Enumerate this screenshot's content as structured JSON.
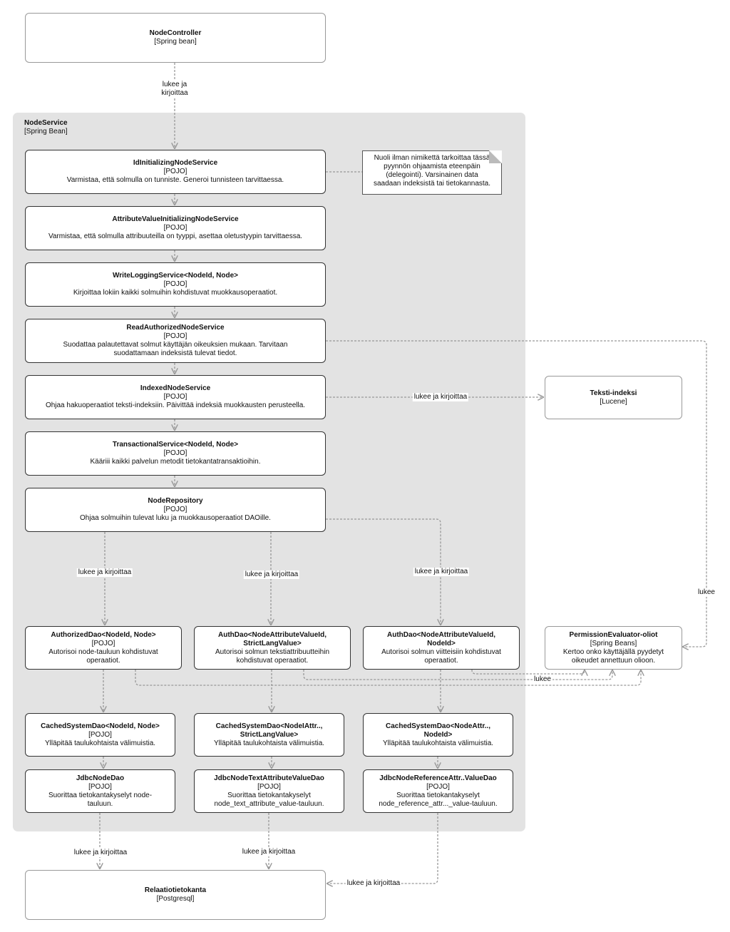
{
  "group": {
    "title": "NodeService",
    "subtitle": "[Spring Bean]"
  },
  "boxes": {
    "node_controller": {
      "title": "NodeController",
      "tech": "[Spring bean]",
      "desc": ""
    },
    "id_init": {
      "title": "IdInitializingNodeService",
      "tech": "[POJO]",
      "desc": "Varmistaa, että solmulla on tunniste. Generoi tunnisteen tarvittaessa."
    },
    "attr_init": {
      "title": "AttributeValueInitializingNodeService",
      "tech": "[POJO]",
      "desc": "Varmistaa, että solmulla attribuuteilla on tyyppi, asettaa oletustyypin tarvittaessa."
    },
    "write_logging": {
      "title": "WriteLoggingService<NodeId, Node>",
      "tech": "[POJO]",
      "desc": "Kirjoittaa lokiin kaikki solmuihin kohdistuvat muokkausoperaatiot."
    },
    "read_auth": {
      "title": "ReadAuthorizedNodeService",
      "tech": "[POJO]",
      "desc": "Suodattaa palautettavat solmut käyttäjän oikeuksien mukaan. Tarvitaan\nsuodattamaan indeksistä tulevat tiedot."
    },
    "indexed": {
      "title": "IndexedNodeService",
      "tech": "[POJO]",
      "desc": "Ohjaa hakuoperaatiot teksti-indeksiin. Päivittää indeksiä muokkausten perusteella."
    },
    "transactional": {
      "title": "TransactionalService<NodeId, Node>",
      "tech": "[POJO]",
      "desc": "Kääriii kaikki palvelun metodit tietokantatransaktioihin."
    },
    "node_repo": {
      "title": "NodeRepository",
      "tech": "[POJO]",
      "desc": "Ohjaa solmuihin tulevat luku ja muokkausoperaatiot DAOille."
    },
    "authorized_dao": {
      "title": "AuthorizedDao<NodeId, Node>",
      "tech": "[POJO]",
      "desc": "Autorisoi node-tauluun kohdistuvat\noperaatiot."
    },
    "auth_dao_text": {
      "title": "AuthDao<NodeAttributeValueId,\nStrictLangValue>",
      "tech": "",
      "desc": "Autorisoi solmun tekstiattribuutteihin\nkohdistuvat operaatiot."
    },
    "auth_dao_ref": {
      "title": "AuthDao<NodeAttributeValueId,\nNodeId>",
      "tech": "",
      "desc": "Autorisoi solmun viitteisiin kohdistuvat\noperaatiot."
    },
    "cached_node": {
      "title": "CachedSystemDao<NodeId, Node>",
      "tech": "[POJO]",
      "desc": "Ylläpitää taulukohtaista välimuistia."
    },
    "cached_text": {
      "title": "CachedSystemDao<NodeIAttr..,\nStrictLangValue>",
      "tech": "",
      "desc": "Ylläpitää taulukohtaista välimuistia."
    },
    "cached_ref": {
      "title": "CachedSystemDao<NodeAttr..,\nNodeId>",
      "tech": "",
      "desc": "Ylläpitää taulukohtaista välimuistia."
    },
    "jdbc_node": {
      "title": "JdbcNodeDao",
      "tech": "[POJO]",
      "desc": "Suorittaa tietokantakyselyt node-\ntauluun."
    },
    "jdbc_text": {
      "title": "JdbcNodeTextAttributeValueDao",
      "tech": "[POJO]",
      "desc": "Suorittaa tietokantakyselyt\nnode_text_attribute_value-tauluun."
    },
    "jdbc_ref": {
      "title": "JdbcNodeReferenceAttr..ValueDao",
      "tech": "[POJO]",
      "desc": "Suorittaa tietokantakyselyt\nnode_reference_attr..._value-tauluun."
    },
    "teksti_indeksi": {
      "title": "Teksti-indeksi",
      "tech": "[Lucene]",
      "desc": ""
    },
    "permission": {
      "title": "PermissionEvaluator-oliot",
      "tech": "[Spring Beans]",
      "desc": "Kertoo onko käyttäjällä pyydetyt\noikeudet annettuun olioon."
    },
    "db": {
      "title": "Relaatiotietokanta",
      "tech": "[Postgresql]",
      "desc": ""
    }
  },
  "note": "Nuoli ilman nimikettä tarkoittaa tässä\npyynnön ohjaamista eteenpäin\n(delegointi). Varsinainen data\nsaadaan indeksistä tai tietokannasta.",
  "labels": {
    "controller_to_service": "lukee ja\nkirjoittaa",
    "indexed_to_lucene": "lukee ja kirjoittaa",
    "repo_to_authorized": "lukee ja kirjoittaa",
    "repo_to_auth_text": "lukee ja kirjoittaa",
    "repo_to_auth_ref": "lukee ja kirjoittaa",
    "read_auth_to_perm": "lukee",
    "daos_to_perm": "lukee",
    "jdbc_node_to_db": "lukee ja kirjoittaa",
    "jdbc_text_to_db": "lukee ja kirjoittaa",
    "jdbc_ref_to_db": "lukee ja kirjoittaa"
  },
  "colors": {
    "group_bg": "#e3e3e3",
    "box_border": "#333333",
    "external_border": "#999999",
    "arrow": "#999999"
  }
}
